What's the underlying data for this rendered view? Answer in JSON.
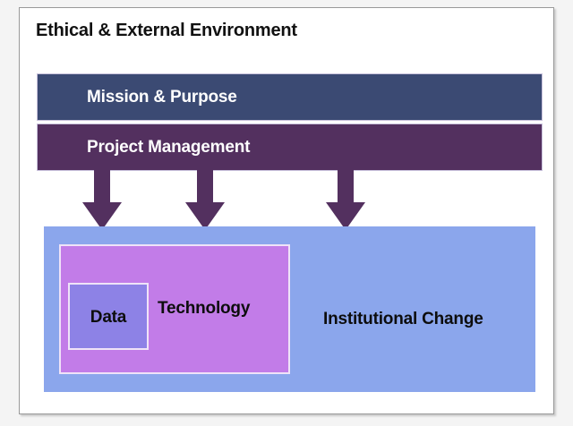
{
  "diagram": {
    "title": "Ethical & External Environment",
    "layers": [
      {
        "id": "mission",
        "label": "Mission & Purpose",
        "color": "#3b4a73"
      },
      {
        "id": "project",
        "label": "Project Management",
        "color": "#53305f"
      }
    ],
    "arrows": {
      "count": 3,
      "color": "#53305f",
      "direction": "down"
    },
    "nested_boxes": [
      {
        "id": "institutional-change",
        "label": "Institutional Change",
        "color": "#8ba6ec",
        "level": 1
      },
      {
        "id": "technology",
        "label": "Technology",
        "color": "#c27ce8",
        "level": 2
      },
      {
        "id": "data",
        "label": "Data",
        "color": "#8d82e6",
        "level": 3
      }
    ],
    "colors": {
      "frame_background": "#ffffff",
      "frame_border": "#9a9a9a",
      "page_background": "#f4f4f4",
      "box_border": "#efe3f8",
      "title_text": "#111111",
      "bar_text": "#ffffff",
      "box_text": "#0d0d0d"
    }
  }
}
